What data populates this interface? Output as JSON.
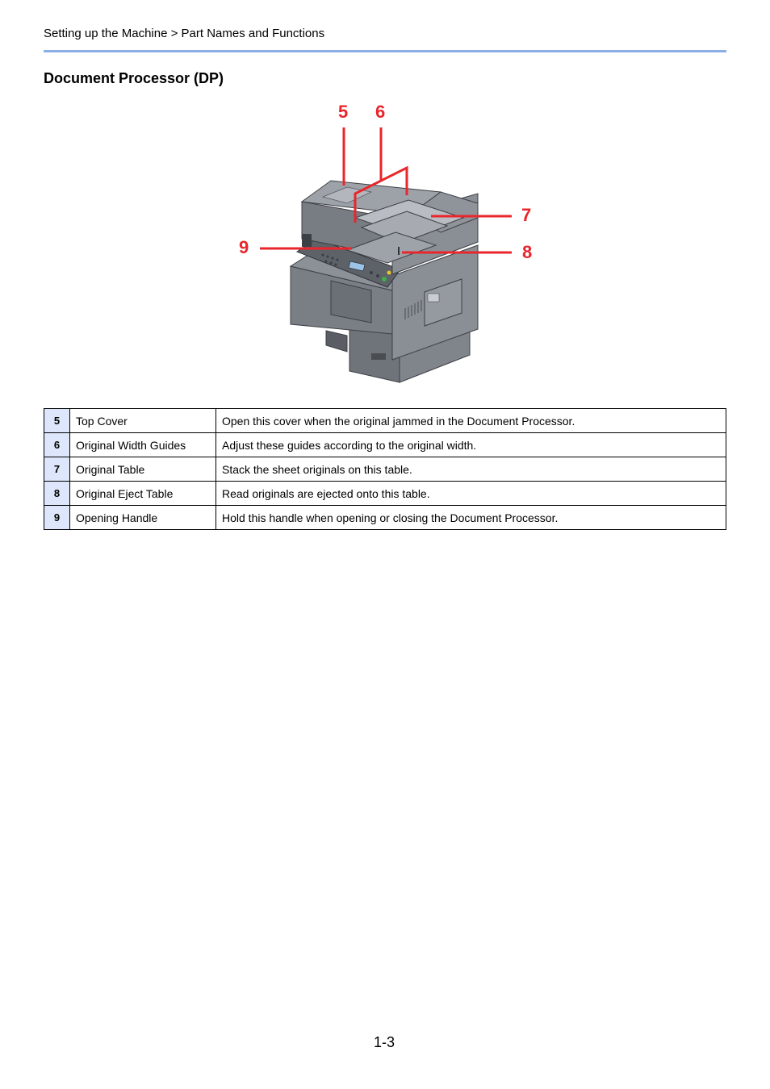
{
  "header": {
    "breadcrumb": "Setting up the Machine > Part Names and Functions"
  },
  "section": {
    "title": "Document Processor (DP)"
  },
  "figure": {
    "callouts": [
      "5",
      "6",
      "7",
      "8",
      "9"
    ],
    "callout_color": "#e8262b"
  },
  "parts": [
    {
      "num": "5",
      "name": "Top Cover",
      "description": "Open this cover when the original jammed in the Document Processor."
    },
    {
      "num": "6",
      "name": "Original Width Guides",
      "description": "Adjust these guides according to the original width."
    },
    {
      "num": "7",
      "name": "Original Table",
      "description": "Stack the sheet originals on this table."
    },
    {
      "num": "8",
      "name": "Original Eject Table",
      "description": "Read originals are ejected onto this table."
    },
    {
      "num": "9",
      "name": "Opening Handle",
      "description": "Hold this handle when opening or closing the Document Processor."
    }
  ],
  "colors": {
    "rule": "#8aaee6",
    "number_cell": "#dde6fa"
  },
  "footer": {
    "page_number": "1-3"
  }
}
